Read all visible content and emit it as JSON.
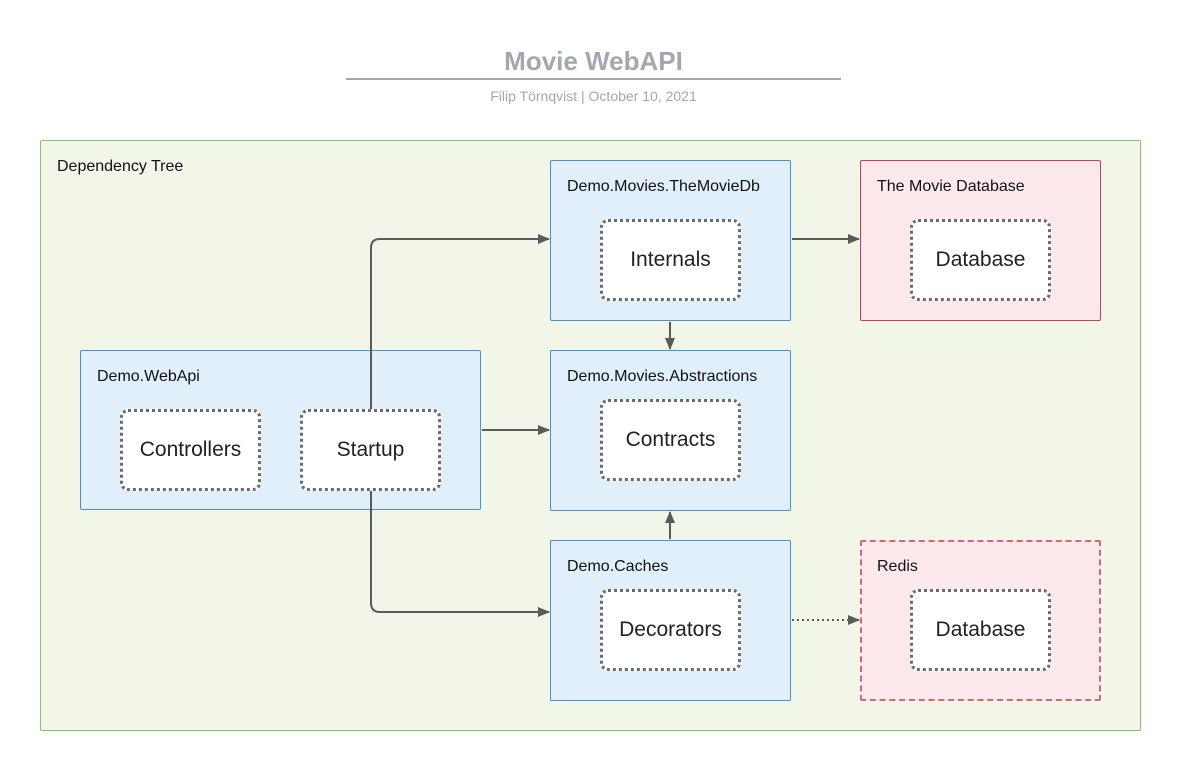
{
  "header": {
    "title": "Movie WebAPI",
    "subtitle": "Filip Törnqvist  |  October 10, 2021"
  },
  "container": {
    "label": "Dependency Tree",
    "fill": "#f1f6e8",
    "border": "#82c46a"
  },
  "nodes": {
    "webapi": {
      "label": "Demo.WebApi",
      "children": [
        "Controllers",
        "Startup"
      ]
    },
    "themoviedb": {
      "label": "Demo.Movies.TheMovieDb",
      "children": [
        "Internals"
      ]
    },
    "abstractions": {
      "label": "Demo.Movies.Abstractions",
      "children": [
        "Contracts"
      ]
    },
    "caches": {
      "label": "Demo.Caches",
      "children": [
        "Decorators"
      ]
    },
    "moviedatabase": {
      "label": "The Movie Database",
      "children": [
        "Database"
      ]
    },
    "redis": {
      "label": "Redis",
      "children": [
        "Database"
      ]
    }
  },
  "colors": {
    "project_fill": "#e1effb",
    "project_border": "#4a90d0",
    "external_fill": "#fde8ec",
    "external_border": "#cf3d53",
    "arrow": "#5a5a5a",
    "title": "#a3a8b0"
  }
}
